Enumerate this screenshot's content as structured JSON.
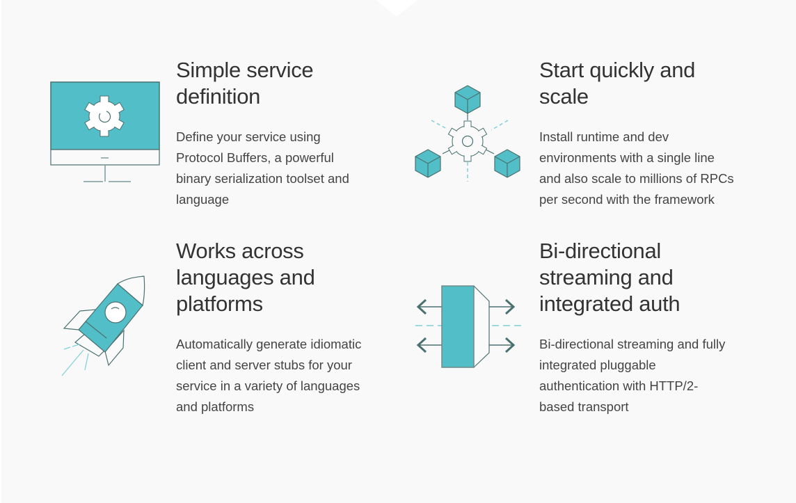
{
  "colors": {
    "accent": "#52bec7",
    "stroke": "#4b7070",
    "background": "#f9f9f9"
  },
  "features": [
    {
      "icon": "monitor-gear-icon",
      "title": [
        "Simple service",
        "definition"
      ],
      "body": [
        "Define your service using",
        "Protocol Buffers, a powerful",
        "binary serialization toolset and",
        "language"
      ]
    },
    {
      "icon": "gear-cubes-icon",
      "title": [
        "Start quickly and",
        "scale"
      ],
      "body": [
        "Install runtime and dev",
        "environments with a single line",
        "and also scale to millions of RPCs",
        "per second with the framework"
      ]
    },
    {
      "icon": "rocket-icon",
      "title": [
        "Works across",
        "languages and",
        "platforms"
      ],
      "body": [
        "Automatically generate idiomatic",
        "client and server stubs for your",
        "service in a variety of languages",
        "and platforms"
      ]
    },
    {
      "icon": "bidirectional-arrows-icon",
      "title": [
        "Bi-directional",
        "streaming and",
        "integrated auth"
      ],
      "body": [
        "Bi-directional streaming and fully",
        "integrated pluggable",
        "authentication with HTTP/2-",
        "based transport"
      ]
    }
  ]
}
